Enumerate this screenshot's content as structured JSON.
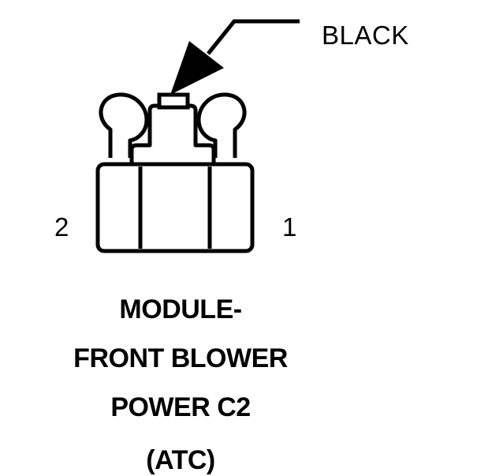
{
  "wire_color_label": "BLACK",
  "pins": {
    "left": "2",
    "right": "1"
  },
  "title_lines": [
    "MODULE-",
    "FRONT BLOWER",
    "POWER C2",
    "(ATC)"
  ],
  "colors": {
    "ink": "#000000",
    "background": "#ffffff"
  }
}
